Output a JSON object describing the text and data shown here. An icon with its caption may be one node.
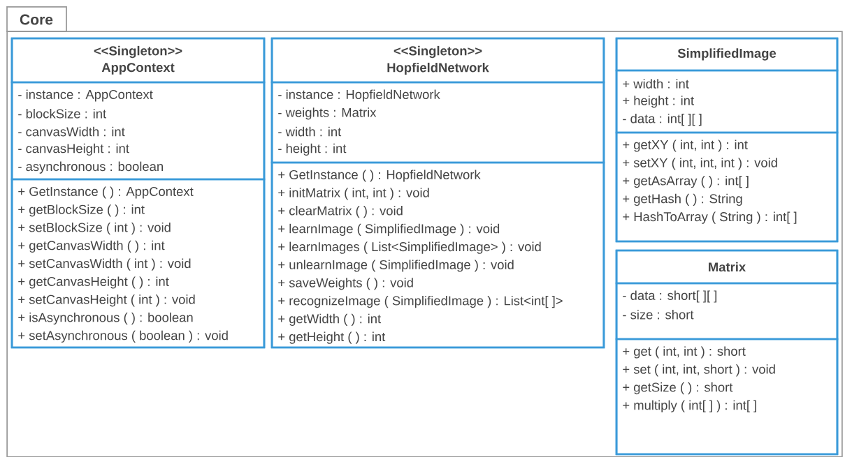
{
  "diagram": {
    "nodes": [
      {
        "text": [
          "Core"
        ]
      },
      {
        "text": [],
        "shape": "box",
        "in": 0
      },
      {
        "text": [
          "<<Singleton>>",
          "AppContext"
        ],
        "in": 1
      },
      {
        "text": [
          "- instance : AppContext",
          "- blockSize : int",
          "- canvasWidth : int",
          "- canvasHeight : int",
          "- asynchronous : boolean"
        ],
        "in": 1
      },
      {
        "text": [
          "+ GetInstance ( ) : AppContext",
          "+ getBlockSize ( ) : int",
          "+ setBlockSize ( int ) : void",
          "+ getCanvasWidth ( ) : int",
          "+ setCanvasWidth ( int ) : void",
          "+ getCanvasHeight ( ) : int",
          "+ setCanvasHeight ( int ) : void",
          "+ isAsynchronous ( ) : boolean",
          "+ setAsynchronous  ( boolean ) : void"
        ],
        "in": 1
      },
      {
        "text": [],
        "shape": "box",
        "in": 0
      },
      {
        "text": [
          "<<Singleton>>",
          "HopfieldNetwork"
        ],
        "in": 5
      },
      {
        "text": [
          "- instance : HopfieldNetwork",
          "- weights : Matrix",
          "- width : int",
          "- height : int"
        ],
        "in": 5
      },
      {
        "text": [
          "+ GetInstance ( ) : HopfieldNetwork",
          "+ initMatrix ( int, int ) : void",
          "+ clearMatrix ( ) : void",
          "+ learnImage ( SimplifiedImage ) : void",
          "+ learnImages ( List<SimplifiedImage> ) : void",
          "+ unlearnImage ( SimplifiedImage ) : void",
          "+ saveWeights ( ) : void",
          "+ recognizeImage ( SimplifiedImage ) : List<int[ ]>",
          "+ getWidth ( ) : int",
          "+ getHeight ( ) : int"
        ],
        "in": 5
      },
      {
        "text": [],
        "shape": "box",
        "in": 0
      },
      {
        "text": [
          "SimplifiedImage"
        ],
        "in": 9
      },
      {
        "text": [
          "+ width : int",
          "+ height : int",
          "- data : int[ ][ ]"
        ],
        "in": 9
      },
      {
        "text": [
          "+ getXY ( int, int ) : int",
          "+ setXY ( int, int, int ) : void",
          "+ getAsArray ( ) : int[ ]",
          "+ getHash ( ) : String",
          "+ HashToArray ( String ) : int[ ]"
        ],
        "in": 9
      },
      {
        "text": [],
        "shape": "box",
        "in": 0
      },
      {
        "text": [
          "Matrix"
        ],
        "in": 13
      },
      {
        "text": [
          "- data : short[ ][ ]",
          "- size : short"
        ],
        "in": 13
      },
      {
        "text": [
          "+ get ( int, int ) : short",
          "+ set ( int, int, short ) : void",
          "+ getSize ( ) :  short",
          "+ multiply ( int[ ] ) : int[ ]"
        ],
        "in": 13
      }
    ]
  }
}
